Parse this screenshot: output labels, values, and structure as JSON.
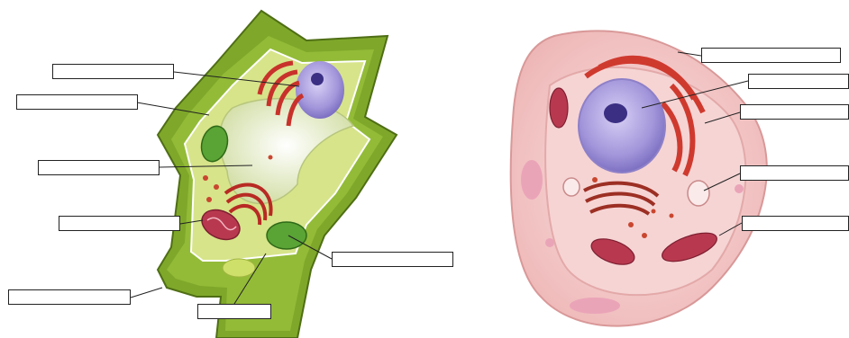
{
  "diagram": {
    "plant_cell": {
      "label_boxes": [
        {
          "id": "pc-label-1",
          "text": ""
        },
        {
          "id": "pc-label-2",
          "text": ""
        },
        {
          "id": "pc-label-3",
          "text": ""
        },
        {
          "id": "pc-label-4",
          "text": ""
        },
        {
          "id": "pc-label-5",
          "text": ""
        },
        {
          "id": "pc-label-6",
          "text": ""
        },
        {
          "id": "pc-label-7",
          "text": ""
        }
      ]
    },
    "animal_cell": {
      "label_boxes": [
        {
          "id": "ac-label-1",
          "text": ""
        },
        {
          "id": "ac-label-2",
          "text": ""
        },
        {
          "id": "ac-label-3",
          "text": ""
        },
        {
          "id": "ac-label-4",
          "text": ""
        },
        {
          "id": "ac-label-5",
          "text": ""
        }
      ]
    }
  },
  "colors": {
    "cell_wall": "#7fa82a",
    "cytoplasm_plant": "#d7e48a",
    "vacuole": "#eef3d6",
    "nucleus": "#9d8fd6",
    "chloroplast": "#5aa335",
    "golgi": "#c8322b",
    "mitochondrion": "#b8394f",
    "animal_cytoplasm": "#f3c7c7"
  }
}
